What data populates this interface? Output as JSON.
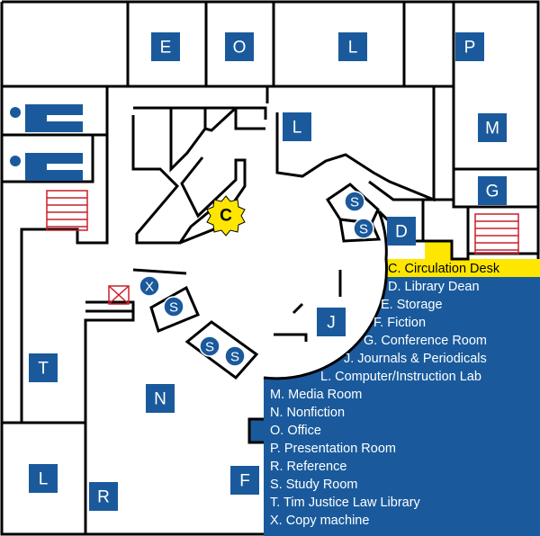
{
  "colors": {
    "label_blue": "#1a5a9c",
    "legend_blue": "#1a5a9c",
    "highlight_yellow": "#ffe600",
    "wall": "#000000",
    "stairs": "#cc1f2a",
    "copier_mark": "#cc1f2a"
  },
  "icons": [
    "restroom-men-icon",
    "restroom-men-icon",
    "stairs-icon",
    "stairs-icon",
    "copier-icon"
  ],
  "rooms": [
    {
      "id": "E",
      "label": "E"
    },
    {
      "id": "O",
      "label": "O"
    },
    {
      "id": "L-top",
      "label": "L"
    },
    {
      "id": "P",
      "label": "P"
    },
    {
      "id": "L-lab",
      "label": "L"
    },
    {
      "id": "M",
      "label": "M"
    },
    {
      "id": "G",
      "label": "G"
    },
    {
      "id": "D",
      "label": "D"
    },
    {
      "id": "J",
      "label": "J"
    },
    {
      "id": "T",
      "label": "T"
    },
    {
      "id": "N",
      "label": "N"
    },
    {
      "id": "L-law",
      "label": "L"
    },
    {
      "id": "R",
      "label": "R"
    },
    {
      "id": "F",
      "label": "F"
    }
  ],
  "markers": [
    {
      "id": "X",
      "label": "X"
    },
    {
      "id": "S1",
      "label": "S"
    },
    {
      "id": "S2",
      "label": "S"
    },
    {
      "id": "S3",
      "label": "S"
    },
    {
      "id": "S4",
      "label": "S"
    },
    {
      "id": "S5",
      "label": "S"
    }
  ],
  "circulation_marker": "C",
  "legend": [
    {
      "text": "C. Circulation Desk",
      "highlight": true
    },
    {
      "text": "D. Library Dean"
    },
    {
      "text": "E. Storage"
    },
    {
      "text": "F. Fiction"
    },
    {
      "text": "G. Conference Room"
    },
    {
      "text": "J. Journals & Periodicals"
    },
    {
      "text": "L. Computer/Instruction Lab"
    },
    {
      "text": "M. Media Room"
    },
    {
      "text": "N. Nonfiction"
    },
    {
      "text": "O. Office"
    },
    {
      "text": "P. Presentation Room"
    },
    {
      "text": "R. Reference"
    },
    {
      "text": "S. Study Room"
    },
    {
      "text": "T. Tim Justice Law Library"
    },
    {
      "text": "X. Copy machine"
    }
  ]
}
